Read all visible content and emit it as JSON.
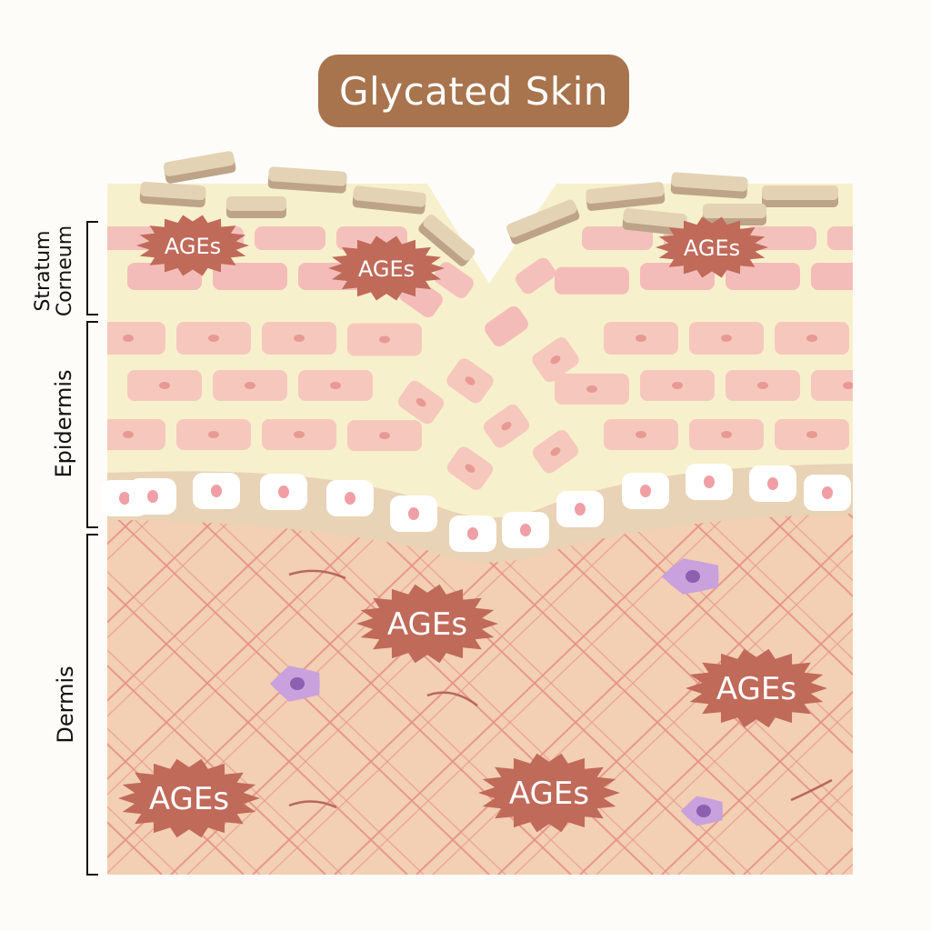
{
  "title": "Glycated Skin",
  "layers": {
    "stratum_corneum": [
      "Stratum",
      "Corneum"
    ],
    "epidermis": "Epidermis",
    "dermis": "Dermis"
  },
  "age_marker_text": "AGEs",
  "colors": {
    "title_bg": "#a8744d",
    "ages_fill": "#c06a5a",
    "corneum_flake": "#e3d3b4",
    "epidermis_cell": "#f6c8bd",
    "dermis_bg": "#f3cfb3",
    "collagen_fiber": "#e58f85",
    "fibroblast": "#c9a1dd"
  }
}
